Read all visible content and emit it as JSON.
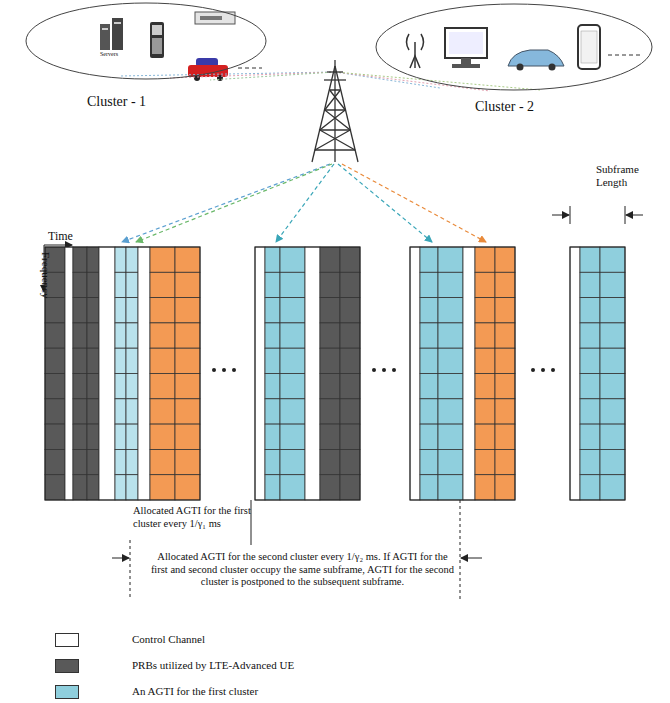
{
  "diagram": {
    "nodes": [
      {
        "text": [
          "Cluster - 1"
        ]
      },
      {
        "text": [
          "Cluster - 2"
        ]
      }
    ],
    "labels": [
      "Servers",
      "Time",
      "Frequency",
      "Subframe Length",
      "Allocated AGTI for the first cluster every 1/γ₁ ms",
      "Allocated AGTI for the second cluster every 1/γ₂ ms. If AGTI for the first and second cluster occupy the same subframe, AGTI for the second cluster is postponed to the subsequent subframe."
    ],
    "legend": [
      {
        "text": "Control Channel",
        "color": "#ffffff"
      },
      {
        "text": "PRBs utilized by LTE-Advanced UE",
        "color": "#595959"
      },
      {
        "text": "An AGTI for the first cluster",
        "color": "#8fcfdd"
      }
    ]
  }
}
